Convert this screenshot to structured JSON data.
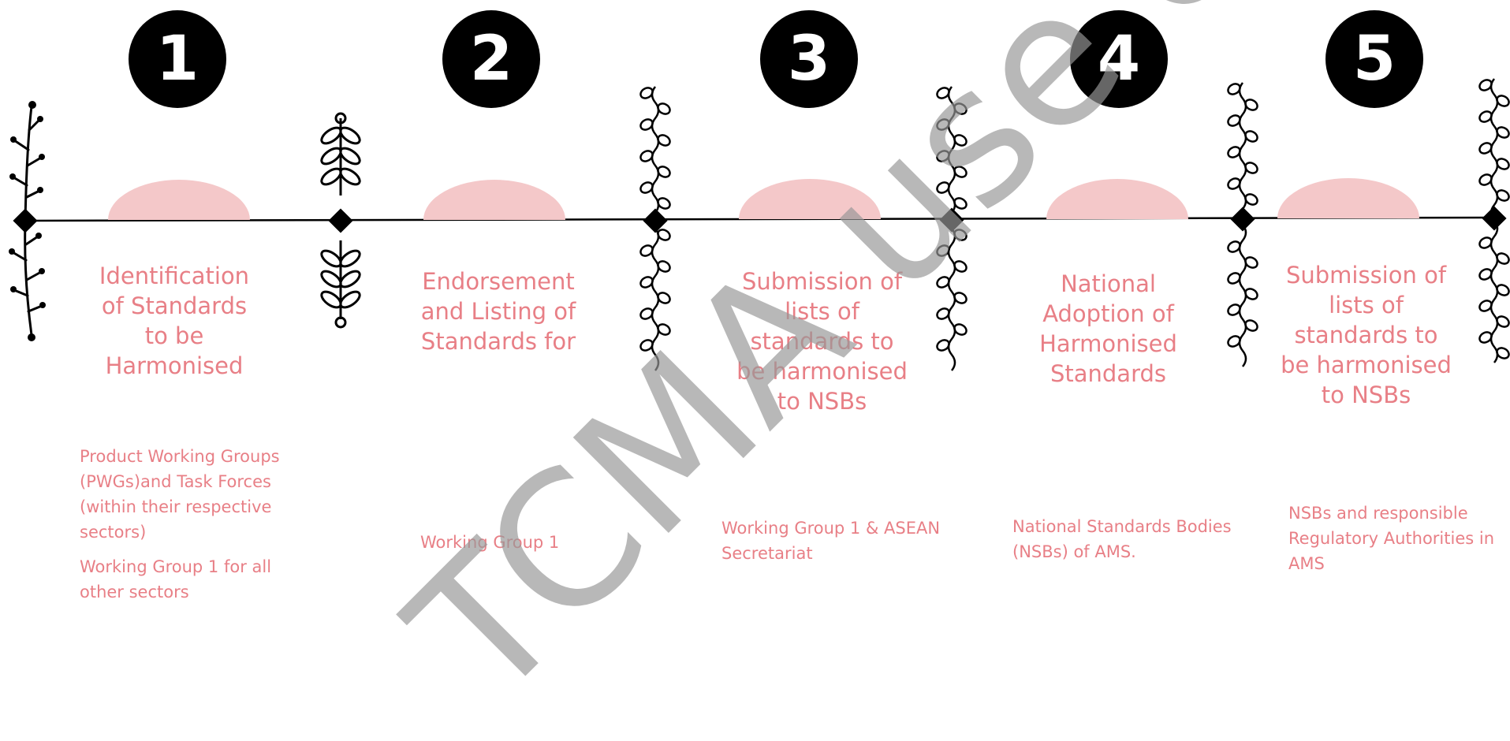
{
  "watermark": "TCMA use o",
  "steps": [
    {
      "number": "1",
      "title": "Identification of Standards to be Harmonised",
      "responsible": [
        "Product Working Groups (PWGs)and Task Forces (within their respective sectors)",
        "Working Group 1 for all other sectors"
      ]
    },
    {
      "number": "2",
      "title": "Endorsement and Listing of Standards for",
      "responsible": [
        "Working Group 1"
      ]
    },
    {
      "number": "3",
      "title": "Submission of lists of standards to be harmonised to NSBs",
      "responsible": [
        "Working Group 1 & ASEAN Secretariat"
      ]
    },
    {
      "number": "4",
      "title": "National Adoption of Harmonised Standards",
      "responsible": [
        "National Standards Bodies (NSBs) of AMS."
      ]
    },
    {
      "number": "5",
      "title": "Submission of lists of standards to be harmonised to NSBs",
      "responsible": [
        "NSBs and responsible Regulatory Authorities in AMS"
      ]
    }
  ],
  "colors": {
    "accent": "#e87f86",
    "hump": "#f4c8c9",
    "line": "#000000"
  }
}
